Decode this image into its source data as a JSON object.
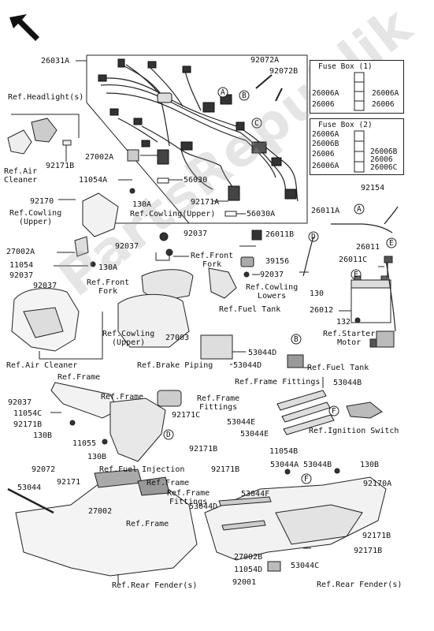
{
  "watermark": "PartsRepublik",
  "fuse_box_1": {
    "title": "Fuse Box (1)",
    "labels": [
      "26006A",
      "26006",
      "26006A",
      "26006"
    ]
  },
  "fuse_box_2": {
    "title": "Fuse Box (2)",
    "labels": [
      "26006A",
      "26006B",
      "26006",
      "26006A",
      "26006B",
      "26006",
      "26006C"
    ]
  },
  "callouts": {
    "a": "A",
    "b": "B",
    "c": "C",
    "d": "D",
    "e": "E",
    "f": "F"
  },
  "labels": {
    "p26031a": "26031A",
    "p92072a": "92072A",
    "p92072b": "92072B",
    "ref_headlight": "Ref.Headlight(s)",
    "ref_air_cleaner": "Ref.Air\nCleaner",
    "p92171b_1": "92171B",
    "p27002a_1": "27002A",
    "p11054a": "11054A",
    "p92170": "92170",
    "p130a_1": "130A",
    "ref_cowling_upper_1": "Ref.Cowling(Upper)",
    "ref_cowling_upper_2": "Ref.Cowling\n(Upper)",
    "p56030": "56030",
    "p92171a": "92171A",
    "p56030a": "56030A",
    "p92154": "92154",
    "p26011a": "26011A",
    "p26011b": "26011B",
    "p26011": "26011",
    "p26011c": "26011C",
    "p92037_1": "92037",
    "p92037_2": "92037",
    "p92037_3": "92037",
    "p92037_4": "92037",
    "p92037_5": "92037",
    "ref_front_fork_1": "Ref.Front\nFork",
    "ref_front_fork_2": "Ref.Front\nFork",
    "p39156": "39156",
    "p27002a_2": "27002A",
    "p11054": "11054",
    "p130a_2": "130A",
    "ref_cowling_lowers": "Ref.Cowling\nLowers",
    "p130": "130",
    "ref_fuel_tank_1": "Ref.Fuel Tank",
    "p26012": "26012",
    "p132": "132",
    "ref_starter_motor": "Ref.Starter\nMotor",
    "ref_air_cleaner_2": "Ref.Air Cleaner",
    "ref_cowling_upper_3": "Ref.Cowling\n(Upper)",
    "p27003": "27003",
    "ref_brake_piping": "Ref.Brake Piping",
    "p53044d_1": "53044D",
    "p53044d_2": "53044D",
    "ref_fuel_tank_2": "Ref.Fuel Tank",
    "ref_frame_1": "Ref.Frame",
    "ref_frame_2": "Ref.Frame",
    "ref_frame_fittings_1": "Ref.Frame Fittings",
    "p53044b_1": "53044B",
    "p92037_6": "92037",
    "ref_frame_fittings_2": "Ref.Frame\nFittings",
    "p11054c": "11054C",
    "p92171c": "92171C",
    "p92171b_2": "92171B",
    "p53044e_1": "53044E",
    "p53044e_2": "53044E",
    "p130b_1": "130B",
    "p11055": "11055",
    "ref_ignition_switch": "Ref.Ignition Switch",
    "p130b_2": "130B",
    "p92171b_3": "92171B",
    "p11054b": "11054B",
    "p92072": "92072",
    "ref_fuel_injection": "Ref.Fuel Injection",
    "p92171b_4": "92171B",
    "p53044a": "53044A",
    "p53044b_2": "53044B",
    "p130b_3": "130B",
    "p53044": "53044",
    "p92171": "92171",
    "ref_frame_3": "Ref.Frame",
    "ref_frame_fittings_3": "Ref.Frame\nFittings",
    "p53044f": "53044F",
    "p92170a": "92170A",
    "p27002": "27002",
    "p53044d_3": "53044D",
    "ref_frame_4": "Ref.Frame",
    "p92171b_5": "92171B",
    "p27002b": "27002B",
    "p92171b_6": "92171B",
    "p11054d": "11054D",
    "p53044c": "53044C",
    "p92001": "92001",
    "ref_rear_fender_1": "Ref.Rear Fender(s)",
    "ref_rear_fender_2": "Ref.Rear Fender(s)"
  }
}
